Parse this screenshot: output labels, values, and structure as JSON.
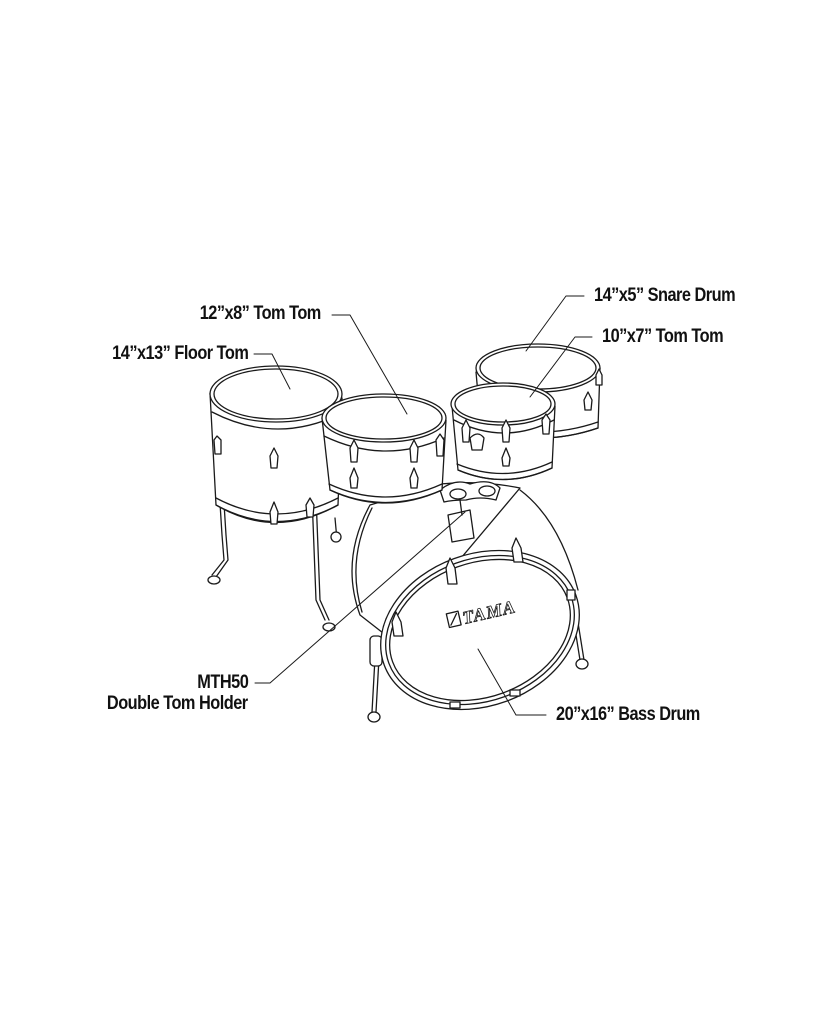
{
  "diagram": {
    "subject": "Drum kit shell configuration",
    "brand_logo": "TAMA",
    "components": [
      {
        "id": "floor-tom",
        "label": "14”x13” Floor Tom"
      },
      {
        "id": "tom-12",
        "label": "12”x8” Tom Tom"
      },
      {
        "id": "snare",
        "label": "14”x5” Snare Drum"
      },
      {
        "id": "tom-10",
        "label": "10”x7” Tom Tom"
      },
      {
        "id": "tom-holder",
        "label_line1": "MTH50",
        "label_line2": "Double Tom Holder"
      },
      {
        "id": "bass-drum",
        "label": "20”x16” Bass Drum"
      }
    ],
    "colors": {
      "line": "#1a1a1a",
      "background": "#ffffff",
      "fill": "#ffffff"
    }
  }
}
